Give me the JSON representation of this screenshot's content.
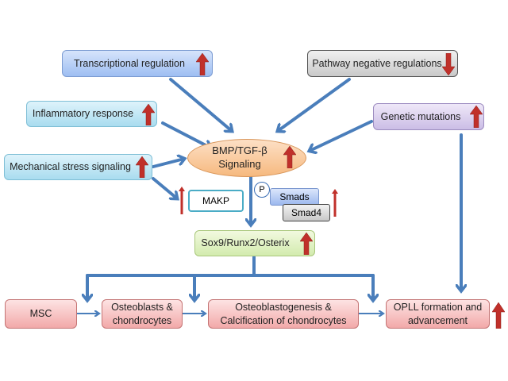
{
  "nodes": {
    "transcriptional": {
      "label": "Transcriptional regulation",
      "trend": "up"
    },
    "pathway_negative": {
      "label": "Pathway negative regulations",
      "trend": "down"
    },
    "inflammatory": {
      "label": "Inflammatory response",
      "trend": "up"
    },
    "mechanical": {
      "label": "Mechanical stress signaling",
      "trend": "up"
    },
    "genetic": {
      "label": "Genetic mutations",
      "trend": "up"
    },
    "bmp": {
      "label_line1": "BMP/TGF-β",
      "label_line2": "Signaling",
      "trend": "up"
    },
    "makp": {
      "label": "MAKP",
      "trend": "up"
    },
    "phospho": {
      "label": "P"
    },
    "smads": {
      "label": "Smads",
      "trend": "up"
    },
    "smad4": {
      "label": "Smad4"
    },
    "sox9": {
      "label": "Sox9/Runx2/Osterix",
      "trend": "up"
    },
    "msc": {
      "label": "MSC"
    },
    "osteoblasts": {
      "label_line1": "Osteoblasts &",
      "label_line2": "chondrocytes"
    },
    "osteoblastogenesis": {
      "label_line1": "Osteoblastogenesis  &",
      "label_line2": "Calcification of chondrocytes"
    },
    "opll": {
      "label_line1": "OPLL formation and",
      "label_line2": "advancement",
      "trend": "up"
    }
  },
  "colors": {
    "arrow": "#4a7ebb",
    "trend_arrow": "#c0302a"
  }
}
